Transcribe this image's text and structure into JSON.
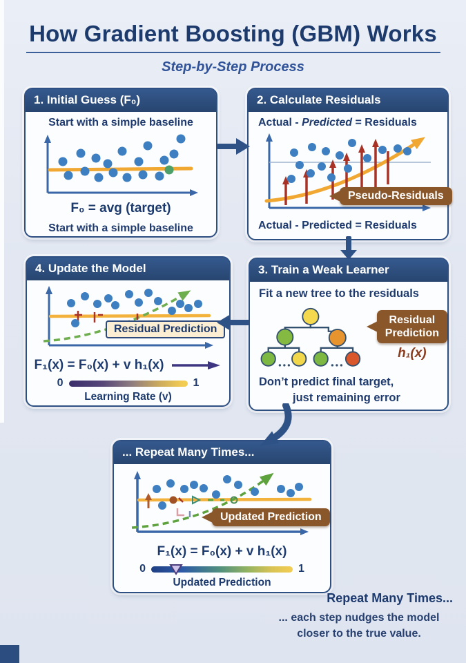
{
  "page": {
    "title": "How Gradient Boosting (GBM) Works",
    "subtitle": "Step-by-Step Process"
  },
  "panels": {
    "step1": {
      "header": "1. Initial Guess (F₀)",
      "caption_top": "Start with a simple baseline",
      "formula": "F₀ = avg (target)",
      "caption_bottom": "Start with a simple baseline"
    },
    "step2": {
      "header": "2. Calculate Residuals",
      "caption_parts": [
        "Actual - ",
        "Predicted",
        " = Residuals"
      ],
      "bubble": "Pseudo-Residuals",
      "caption_bottom": "Actual - Predicted = Residuals"
    },
    "step3": {
      "header": "3. Train a Weak Learner",
      "caption_top": "Fit a new tree to the residuals",
      "bubble_line1": "Residual",
      "bubble_line2": "Prediction",
      "formula": "h₁(x)",
      "caption_bottom1": "Don’t predict final target,",
      "caption_bottom2": "just remaining error"
    },
    "step4": {
      "header": "4. Update the Model",
      "box_label": "Residual Prediction",
      "formula": "F₁(x) = F₀(x) + v h₁(x)",
      "scale_min": "0",
      "scale_max": "1",
      "scale_label": "Learning Rate (v)"
    },
    "repeat": {
      "header": "... Repeat Many Times...",
      "bubble": "Updated Prediction",
      "formula": "F₁(x) = F₀(x) + v h₁(x)",
      "scale_min": "0",
      "scale_max": "1",
      "scale_label": "Updated Prediction"
    }
  },
  "footer": {
    "title": "Repeat Many Times...",
    "line1": "... each step nudges the model",
    "line2": "closer to the true value."
  },
  "colors": {
    "accent_navy": "#2e4f82",
    "bubble_brown": "#8a572a",
    "baseline_orange": "#f0a832",
    "dot_blue": "#3d7fc0",
    "residual_red": "#a93226",
    "update_green": "#6fae4e"
  }
}
